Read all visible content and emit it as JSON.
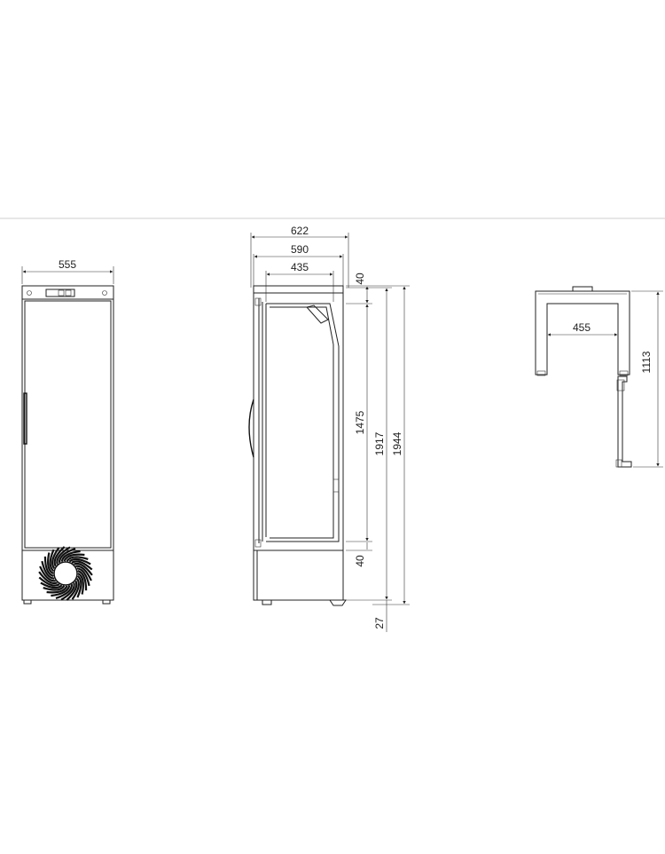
{
  "front_view": {
    "width_label": "555"
  },
  "side_view": {
    "overall_width_label": "622",
    "body_width_label": "590",
    "inner_width_label": "435",
    "top_offset_label": "40",
    "inner_height_label": "1475",
    "door_height_label": "1917",
    "total_height_label": "1944",
    "bottom_offset_label": "40",
    "feet_height_label": "27"
  },
  "top_view": {
    "opening_width_label": "455",
    "depth_label": "1113"
  }
}
